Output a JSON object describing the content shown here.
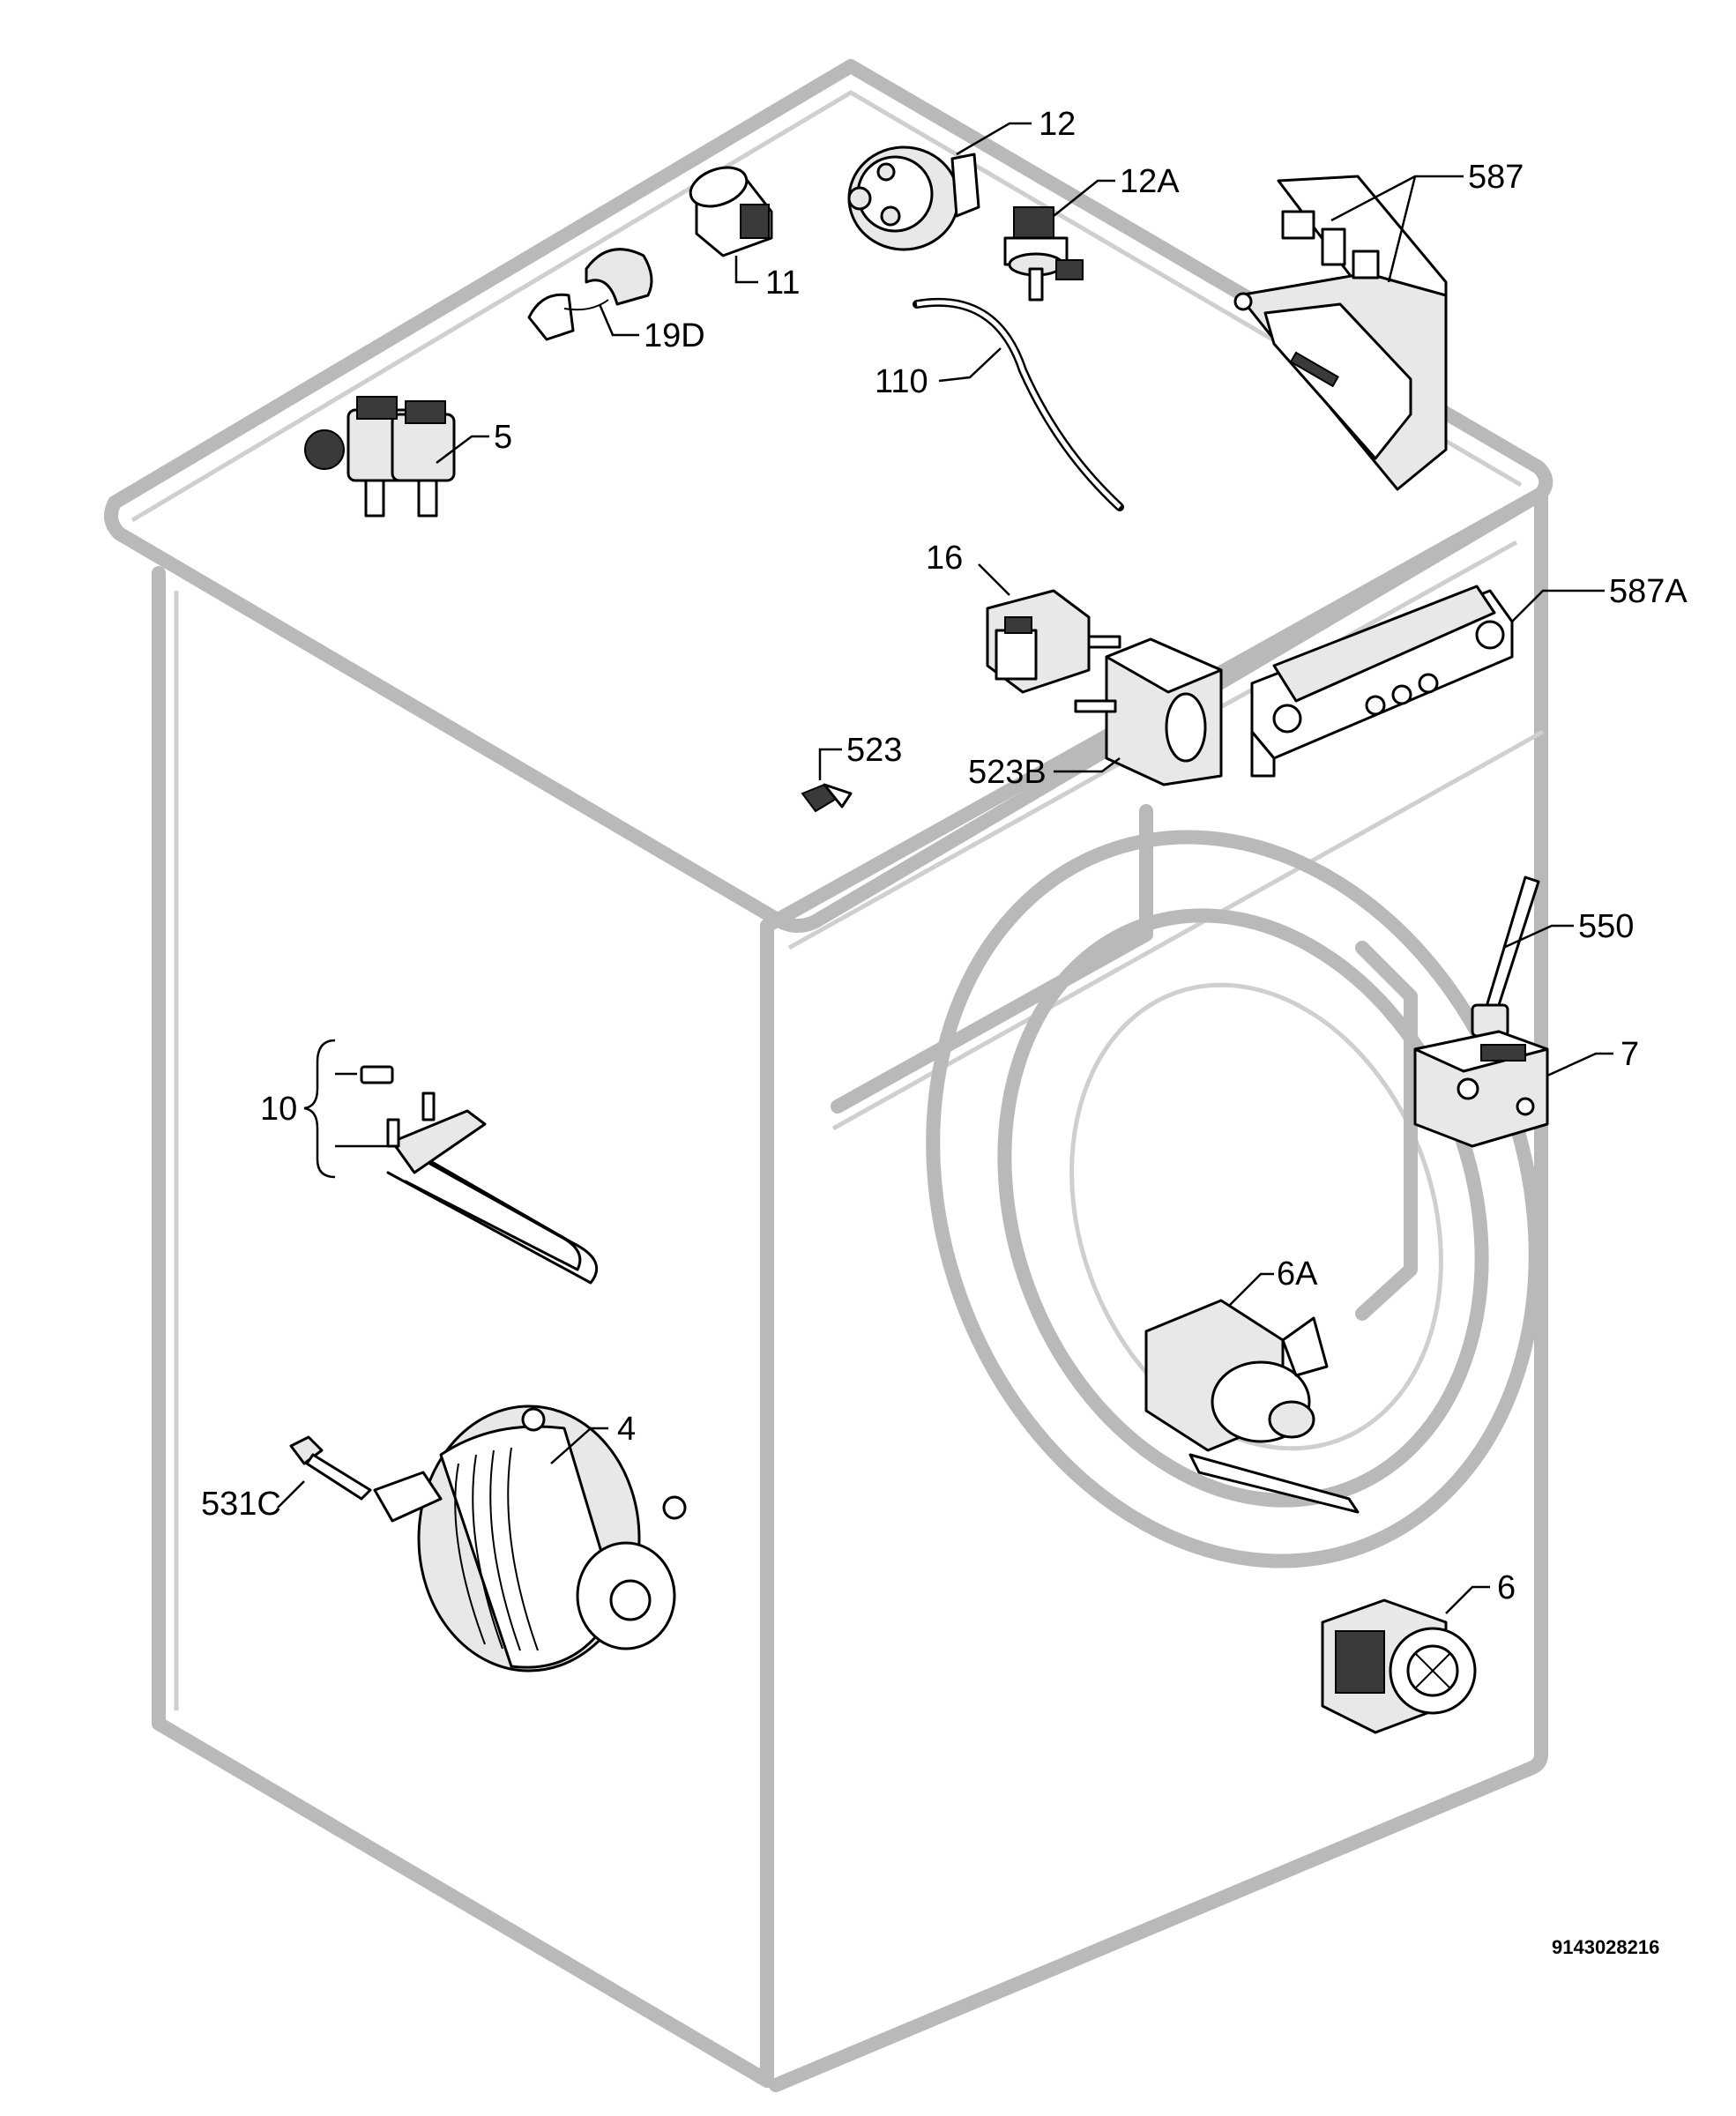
{
  "labels": {
    "l12": "12",
    "l12a": "12A",
    "l587": "587",
    "l11": "11",
    "l19d": "19D",
    "l110": "110",
    "l5": "5",
    "l16": "16",
    "l587a": "587A",
    "l523": "523",
    "l523b": "523B",
    "l550": "550",
    "l7": "7",
    "l10": "10",
    "l6a": "6A",
    "l4": "4",
    "l531c": "531C",
    "l6": "6"
  },
  "drawing_number": "9143028216",
  "colors": {
    "cabinet_outline": "#b9b9b9",
    "part_stroke": "#000000",
    "background": "#ffffff"
  }
}
